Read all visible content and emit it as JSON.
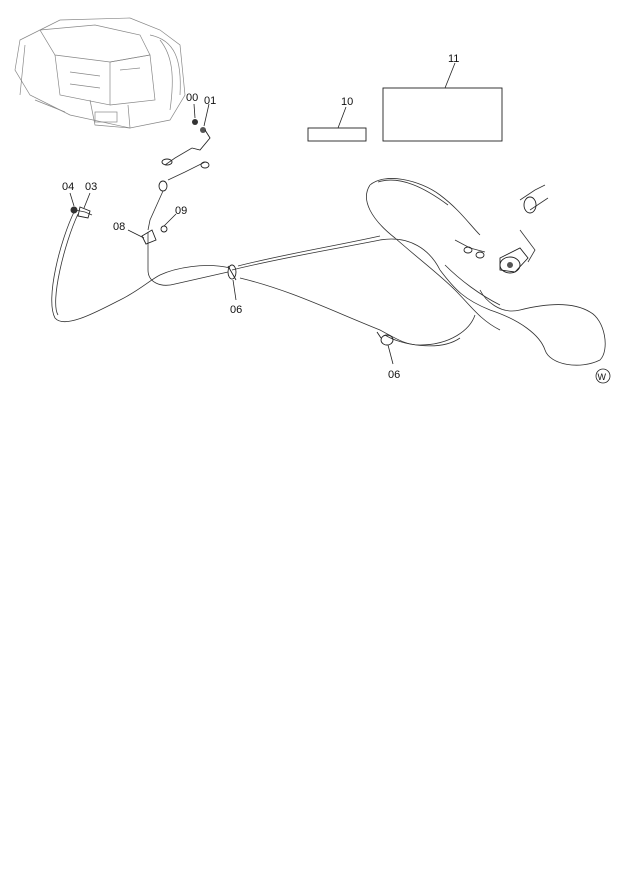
{
  "callouts": {
    "c00": "00",
    "c01": "01",
    "c03": "03",
    "c04": "04",
    "c06a": "06",
    "c06b": "06",
    "c08": "08",
    "c09": "09",
    "c10": "10",
    "c11": "11"
  },
  "view_marker": "W"
}
